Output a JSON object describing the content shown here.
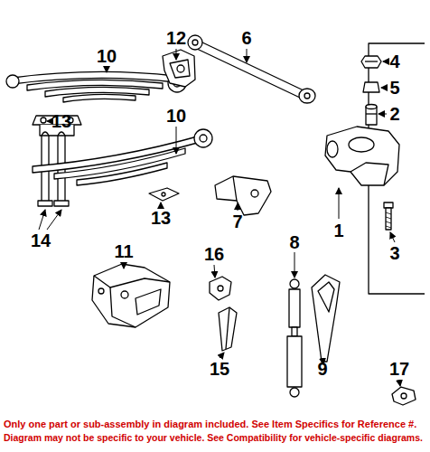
{
  "diagram": {
    "labels": [
      "12",
      "10",
      "6",
      "4",
      "5",
      "2",
      "13",
      "10",
      "1",
      "14",
      "13",
      "7",
      "3",
      "11",
      "16",
      "8",
      "15",
      "9",
      "17",
      "Only one part or sub-assembly in diagram included. See Item Specifics for Reference #.",
      "Diagram may not be specific to your vehicle. See Compatibility for vehicle-specific diagrams."
    ]
  }
}
